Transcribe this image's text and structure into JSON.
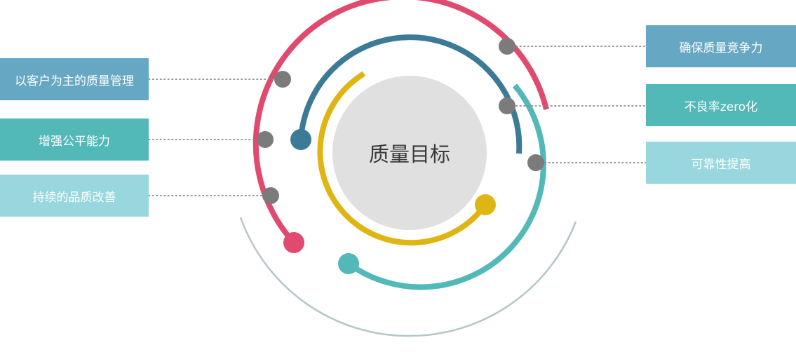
{
  "center": {
    "title": "质量目标"
  },
  "left_labels": [
    {
      "text": "以客户为主的质量管理"
    },
    {
      "text": "增强公平能力"
    },
    {
      "text": "持续的品质改善"
    }
  ],
  "right_labels": [
    {
      "text": "确保质量竞争力"
    },
    {
      "text": "不良率zero化"
    },
    {
      "text": "可靠性提高"
    }
  ],
  "colors": {
    "pink": "#e04a6f",
    "blue": "#3c7a96",
    "yellow": "#dfb514",
    "teal": "#52b8b8",
    "light_teal": "#97d7dd",
    "steel_blue": "#66a8c3",
    "gray_node": "#7b7b7b",
    "outer_arc": "#b6c6c8",
    "center_fill": "#e0e0e0"
  }
}
